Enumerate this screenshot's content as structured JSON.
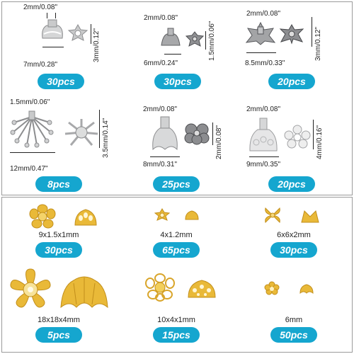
{
  "colors": {
    "badge": "#15a6cf",
    "silver": "#c9cacb",
    "silver_dark": "#8c8d8f",
    "antique": "#7d7f82",
    "gold": "#e9b938",
    "gold_dark": "#c28f1c"
  },
  "items": [
    {
      "count": "30pcs",
      "top_dim": "2mm/0.08\"",
      "bottom_dim": "7mm/0.28\"",
      "side_dim": "3mm/0.12\""
    },
    {
      "count": "30pcs",
      "top_dim": "2mm/0.08\"",
      "bottom_dim": "6mm/0.24\"",
      "side_dim": "1.5mm/0.06\""
    },
    {
      "count": "20pcs",
      "top_dim": "2mm/0.08\"",
      "bottom_dim": "8.5mm/0.33\"",
      "side_dim": "3mm/0.12\""
    },
    {
      "count": "8pcs",
      "top_dim": "1.5mm/0.06\"",
      "bottom_dim": "12mm/0.47\"",
      "side_dim": "3.5mm/0.14\""
    },
    {
      "count": "25pcs",
      "top_dim": "2mm/0.08\"",
      "bottom_dim": "8mm/0.31\"",
      "side_dim": "2mm/0.08\""
    },
    {
      "count": "20pcs",
      "top_dim": "2mm/0.08\"",
      "bottom_dim": "9mm/0.35\"",
      "side_dim": "4mm/0.16\""
    },
    {
      "count": "30pcs",
      "size": "9x1.5x1mm"
    },
    {
      "count": "65pcs",
      "size": "4x1.2mm"
    },
    {
      "count": "30pcs",
      "size": "6x6x2mm"
    },
    {
      "count": "5pcs",
      "size": "18x18x4mm"
    },
    {
      "count": "15pcs",
      "size": "10x4x1mm"
    },
    {
      "count": "50pcs",
      "size": "6mm"
    }
  ]
}
